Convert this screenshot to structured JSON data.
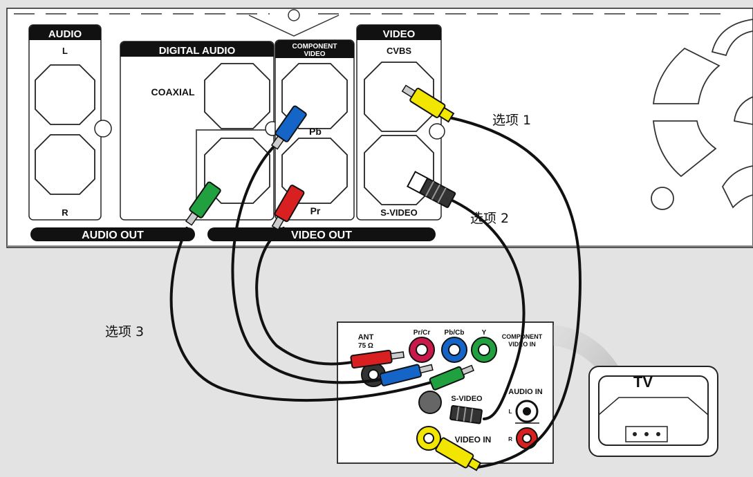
{
  "player": {
    "audio": {
      "header": "AUDIO",
      "left": "L",
      "right": "R"
    },
    "digital_audio": {
      "header": "DIGITAL AUDIO",
      "coaxial": "COAXIAL"
    },
    "component_video": {
      "header_line1": "COMPONENT",
      "header_line2": "VIDEO",
      "pb": "Pb",
      "pr": "Pr"
    },
    "video": {
      "header": "VIDEO",
      "cvbs": "CVBS",
      "svideo": "S-VIDEO"
    },
    "audio_out": "AUDIO OUT",
    "video_out": "VIDEO OUT"
  },
  "options": {
    "option1": "选项 1",
    "option2": "选项 2",
    "option3": "选项 3"
  },
  "tv_panel": {
    "ant_line1": "ANT",
    "ant_line2": "75 Ω",
    "pr_cr": "Pr/Cr",
    "pb_cb": "Pb/Cb",
    "y": "Y",
    "component_line1": "COMPONENT",
    "component_line2": "VIDEO IN",
    "svideo": "S-VIDEO",
    "audio_in": "AUDIO IN",
    "left": "L",
    "right": "R",
    "video_in": "VIDEO IN"
  },
  "tv": {
    "label": "TV"
  },
  "colors": {
    "yellow": "#f2e600",
    "blue": "#1565c8",
    "red": "#d92020",
    "green": "#21a040",
    "panel": "#ffffff",
    "background": "#e3e3e3",
    "ink": "#111111"
  }
}
